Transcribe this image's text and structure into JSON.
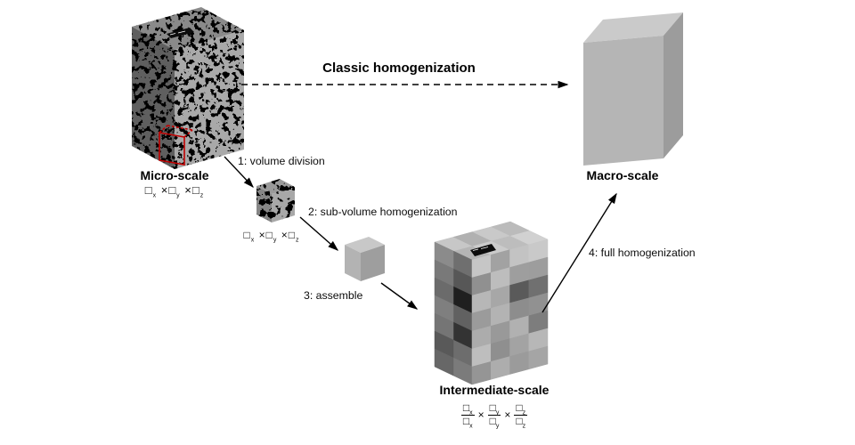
{
  "arrows": {
    "classic": {
      "label": "Classic homogenization",
      "style": "dashed"
    },
    "step1": {
      "label": "1: volume division"
    },
    "step2": {
      "label": "2: sub-volume homogenization"
    },
    "step3": {
      "label": "3: assemble"
    },
    "step4": {
      "label": "4: full homogenization"
    }
  },
  "scales": {
    "micro": {
      "label": "Micro-scale",
      "dims": [
        {
          "b": "□",
          "s": "x"
        },
        {
          "b": "□",
          "s": "y"
        },
        {
          "b": "□",
          "s": "z"
        }
      ]
    },
    "subvolume": {
      "dims": [
        {
          "b": "□",
          "s": "x"
        },
        {
          "b": "□",
          "s": "y"
        },
        {
          "b": "□",
          "s": "z"
        }
      ]
    },
    "intermediate": {
      "label": "Intermediate-scale",
      "fractions": [
        {
          "nb": "□",
          "ns": "x",
          "db": "□",
          "ds": "x"
        },
        {
          "nb": "□",
          "ns": "y",
          "db": "□",
          "ds": "y"
        },
        {
          "nb": "□",
          "ns": "z",
          "db": "□",
          "ds": "z"
        }
      ]
    },
    "macro": {
      "label": "Macro-scale"
    }
  },
  "symbols": {
    "times": "×"
  },
  "colors": {
    "highlight_red": "#c00000",
    "arrow_black": "#000000",
    "micro_top": "#8a8a8a",
    "micro_left": "#5f5f5f",
    "micro_right": "#a9a9a9",
    "subcube_top": "#9a9a9a",
    "subcube_left": "#868686",
    "subcube_right": "#a8a8a8",
    "plain_top": "#c8c8c8",
    "plain_left": "#b3b3b3",
    "plain_right": "#9e9e9e",
    "macro_top": "#cacaca",
    "macro_front": "#b5b5b5",
    "macro_side": "#9c9c9c",
    "chip_black": "#0d0d0d"
  },
  "mosaic": {
    "front": [
      [
        "#c6c6c6",
        "#a2a2a2",
        "#c3c3c3",
        "#c9c9c9"
      ],
      [
        "#909090",
        "#bdbdbd",
        "#9e9e9e",
        "#9d9d9d"
      ],
      [
        "#b7b7b7",
        "#a7a7a7",
        "#5a5a5a",
        "#707070"
      ],
      [
        "#9b9b9b",
        "#b3b3b3",
        "#8d8d8d",
        "#919191"
      ],
      [
        "#acacac",
        "#999999",
        "#b1b1b1",
        "#7d7d7d"
      ],
      [
        "#bebebe",
        "#8f8f8f",
        "#a3a3a3",
        "#b7b7b7"
      ],
      [
        "#959595",
        "#adadad",
        "#9b9b9b",
        "#a5a5a5"
      ]
    ],
    "left": [
      [
        "#6f6f6f",
        "#8b8b8b"
      ],
      [
        "#575757",
        "#797979"
      ],
      [
        "#1f1f1f",
        "#6b6b6b"
      ],
      [
        "#616161",
        "#7f7f7f"
      ],
      [
        "#333333",
        "#757575"
      ],
      [
        "#6d6d6d",
        "#595959"
      ],
      [
        "#7b7b7b",
        "#676767"
      ]
    ],
    "top": [
      [
        "#b5b5b5",
        "#cbcbcb",
        "#bdbdbd",
        "#d1d1d1"
      ],
      [
        "#c7c7c7",
        "#b1b1b1",
        "#c9c9c9",
        "#bbbbbb"
      ]
    ]
  }
}
